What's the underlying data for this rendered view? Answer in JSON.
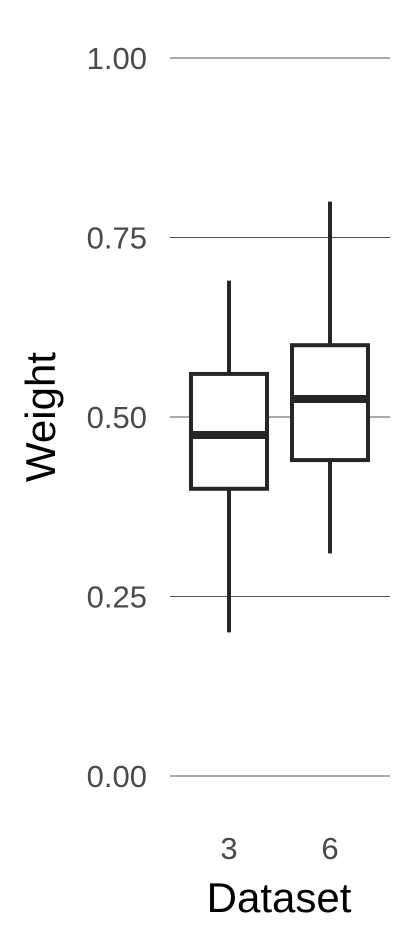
{
  "chart_data": {
    "type": "boxplot",
    "title": "",
    "xlabel": "Dataset",
    "ylabel": "Weight",
    "ylim": [
      0,
      1
    ],
    "yticks": [
      0.0,
      0.25,
      0.5,
      0.75,
      1.0
    ],
    "ytick_labels": [
      "0.00",
      "0.25",
      "0.50",
      "0.75",
      "1.00"
    ],
    "categories": [
      "3",
      "6"
    ],
    "boxes": [
      {
        "category": "3",
        "whisker_low": 0.2,
        "q1": 0.4,
        "median": 0.475,
        "q3": 0.56,
        "whisker_high": 0.69
      },
      {
        "category": "6",
        "whisker_low": 0.31,
        "q1": 0.44,
        "median": 0.525,
        "q3": 0.6,
        "whisker_high": 0.8
      }
    ],
    "grid": "horizontal-major",
    "colors": {
      "box_stroke": "#262626",
      "box_fill": "#ffffff",
      "gridline": "#555555",
      "tick_text": "#4a4a4a"
    }
  }
}
